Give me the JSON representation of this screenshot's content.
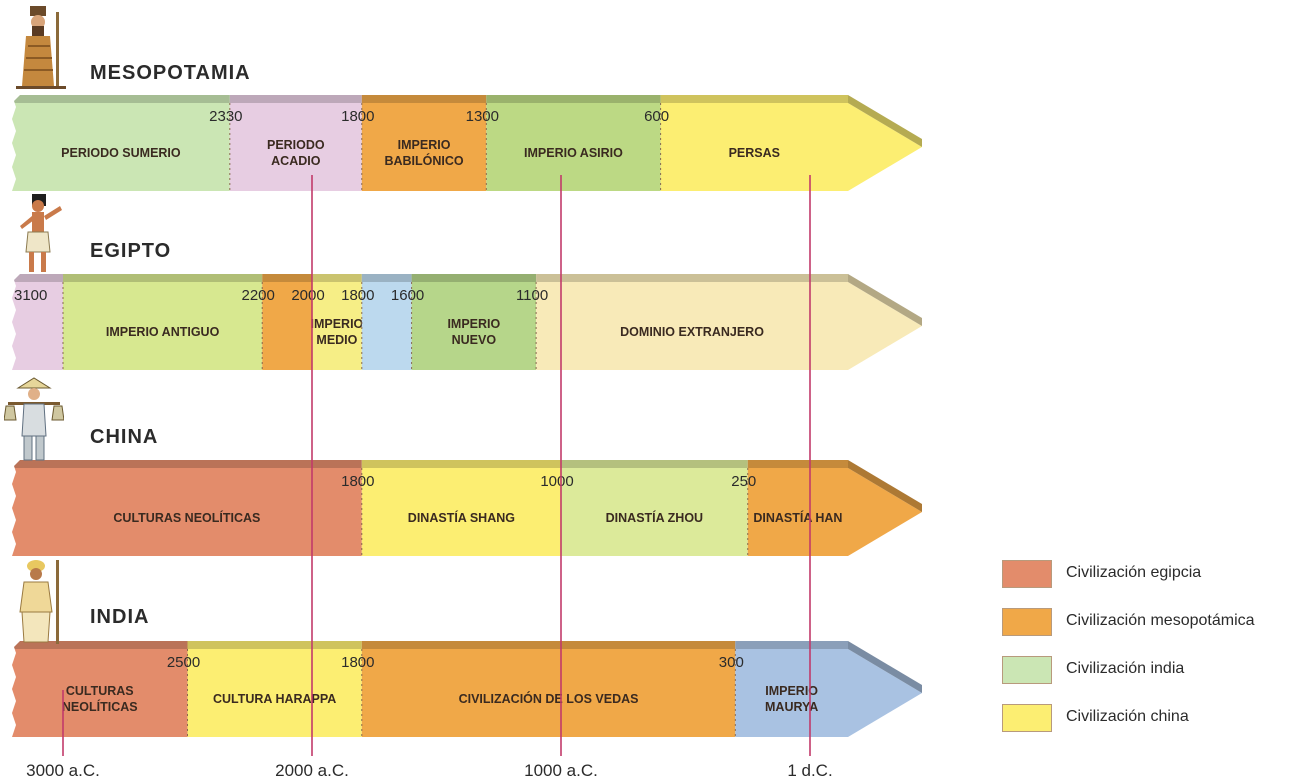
{
  "axis": {
    "ticks": [
      "3000 a.C.",
      "2000 a.C.",
      "1000 a.C.",
      "1 d.C."
    ]
  },
  "colors": {
    "egipcia": "#e38c6b",
    "mesopotamica": "#f0a848",
    "india": "#cbe6b4",
    "china": "#fcee72"
  },
  "legend": [
    {
      "label": "Civilización egipcia",
      "color_key": "egipcia"
    },
    {
      "label": "Civilización mesopotámica",
      "color_key": "mesopotamica"
    },
    {
      "label": "Civilización india",
      "color_key": "india"
    },
    {
      "label": "Civilización china",
      "color_key": "china"
    }
  ],
  "timelines": [
    {
      "name": "MESOPOTAMIA",
      "figure_icon": "mesopotamian-figure-icon",
      "segments": [
        {
          "lines": [
            "PERIODO SUMERIO"
          ],
          "start": 3100,
          "end": 2330,
          "color_key": "india"
        },
        {
          "lines": [
            "PERIODO",
            "ACADIO"
          ],
          "start": 2330,
          "end": 1800,
          "color": "#e7cde2"
        },
        {
          "lines": [
            "IMPERIO",
            "BABILÓNICO"
          ],
          "start": 1800,
          "end": 1300,
          "color_key": "mesopotamica"
        },
        {
          "lines": [
            "IMPERIO ASIRIO"
          ],
          "start": 1300,
          "end": 600,
          "color": "#bcd984"
        },
        {
          "lines": [
            "PERSAS"
          ],
          "start": 600,
          "end": -150,
          "color_key": "china"
        }
      ],
      "years": [
        "2330",
        "1800",
        "1300",
        "600"
      ]
    },
    {
      "name": "EGIPTO",
      "figure_icon": "egyptian-figure-icon",
      "segments": [
        {
          "lines": [],
          "start": 3100,
          "end": 3000,
          "color": "#e7cde2"
        },
        {
          "lines": [
            "IMPERIO ANTIGUO"
          ],
          "start": 3000,
          "end": 2200,
          "color": "#d7e890"
        },
        {
          "lines": [],
          "start": 2200,
          "end": 2000,
          "color_key": "mesopotamica"
        },
        {
          "lines": [
            "IMPERIO",
            "MEDIO"
          ],
          "start": 2000,
          "end": 1800,
          "color": "#f6ee86"
        },
        {
          "lines": [],
          "start": 1800,
          "end": 1600,
          "color": "#bcd9ee"
        },
        {
          "lines": [
            "IMPERIO",
            "NUEVO"
          ],
          "start": 1600,
          "end": 1100,
          "color": "#b6d68a"
        },
        {
          "lines": [
            "DOMINIO EXTRANJERO"
          ],
          "start": 1100,
          "end": -150,
          "color": "#f8eab8"
        }
      ],
      "years": [
        "3100",
        "2200",
        "2000",
        "1800",
        "1600",
        "1100"
      ]
    },
    {
      "name": "CHINA",
      "figure_icon": "chinese-figure-icon",
      "segments": [
        {
          "lines": [
            "CULTURAS NEOLÍTICAS"
          ],
          "start": 3100,
          "end": 1800,
          "color_key": "egipcia"
        },
        {
          "lines": [
            "DINASTÍA SHANG"
          ],
          "start": 1800,
          "end": 1000,
          "color_key": "china"
        },
        {
          "lines": [
            "DINASTÍA ZHOU"
          ],
          "start": 1000,
          "end": 250,
          "color": "#dcea9a"
        },
        {
          "lines": [
            "DINASTÍA HAN"
          ],
          "start": 250,
          "end": -150,
          "color_key": "mesopotamica"
        }
      ],
      "years": [
        "1800",
        "1000",
        "250"
      ]
    },
    {
      "name": "INDIA",
      "figure_icon": "indian-figure-icon",
      "segments": [
        {
          "lines": [
            "CULTURAS",
            "NEOLÍTICAS"
          ],
          "start": 3100,
          "end": 2500,
          "color_key": "egipcia"
        },
        {
          "lines": [
            "CULTURA HARAPPA"
          ],
          "start": 2500,
          "end": 1800,
          "color_key": "china"
        },
        {
          "lines": [
            "CIVILIZACIÓN DE LOS VEDAS"
          ],
          "start": 1800,
          "end": 300,
          "color_key": "mesopotamica"
        },
        {
          "lines": [
            "IMPERIO",
            "MAURYA"
          ],
          "start": 300,
          "end": -150,
          "color": "#a9c2e2"
        }
      ],
      "years": [
        "2500",
        "1800",
        "300"
      ]
    }
  ]
}
